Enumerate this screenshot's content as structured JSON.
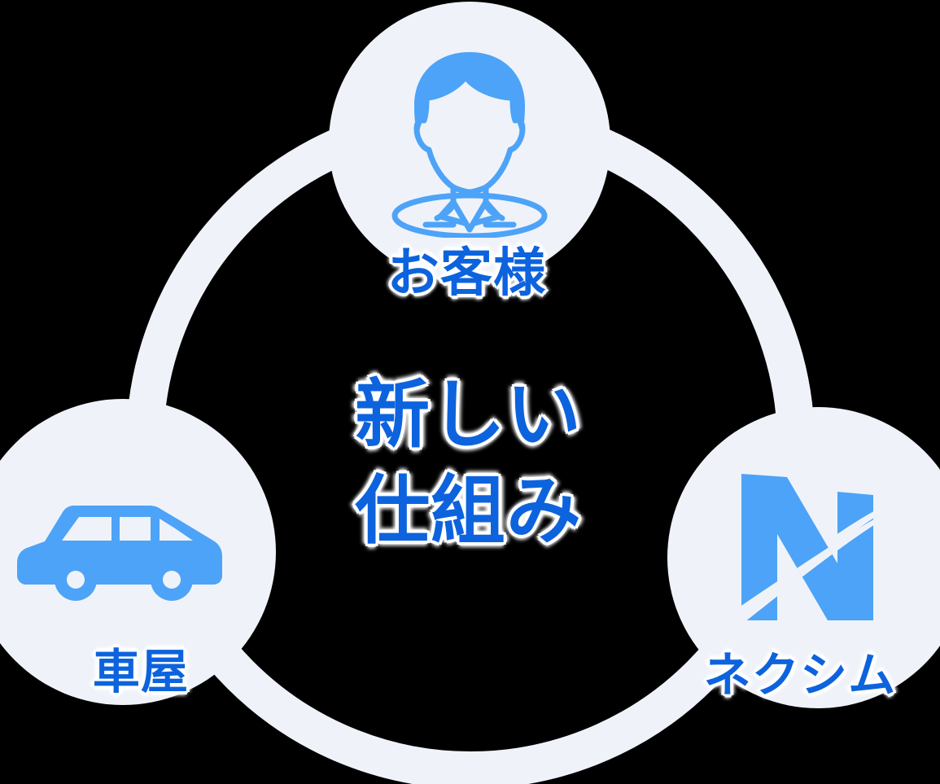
{
  "graphic": {
    "type": "triangular-cycle-diagram",
    "colors": {
      "node_fill": "#eff3f9",
      "ring_stroke": "#eff3f9",
      "icon_blue": "#4da3f7",
      "text_blue": "#0d63dd",
      "text_outline": "#ffffff",
      "background": "#000000"
    }
  },
  "center": {
    "name": "center-headline",
    "line1": "新しい",
    "line2": "仕組み"
  },
  "nodes": [
    {
      "id": "customer",
      "label": "お客様",
      "icon": "person-icon"
    },
    {
      "id": "car-shop",
      "label": "車屋",
      "icon": "car-icon"
    },
    {
      "id": "nexim",
      "label": "ネクシム",
      "icon": "nexim-n-logo-icon"
    }
  ],
  "ring": {
    "name": "connector-ring",
    "description": "thick light circular connector joining the three nodes"
  }
}
